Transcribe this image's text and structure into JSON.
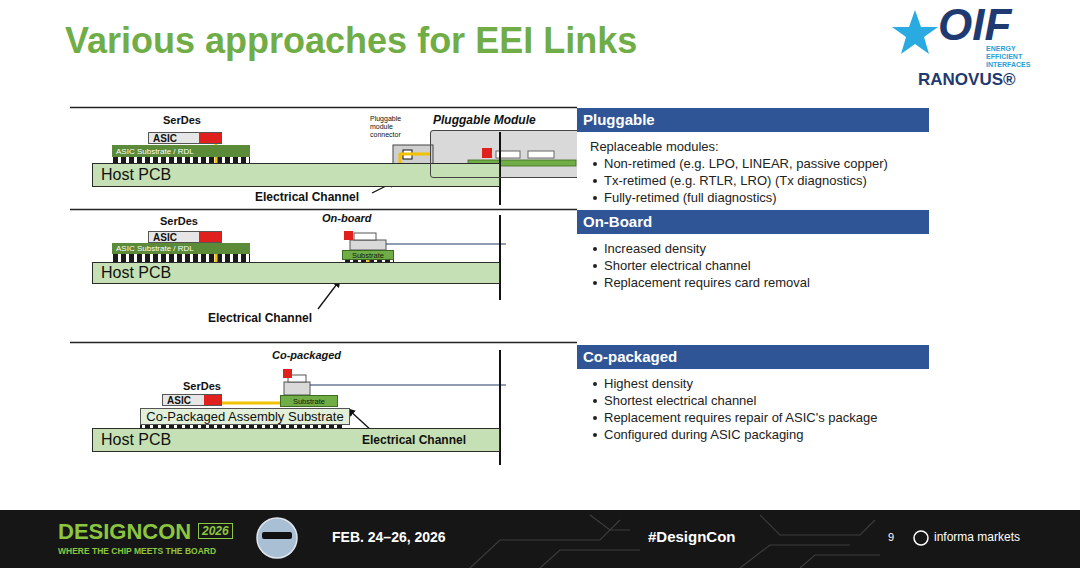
{
  "diagram": {
    "title": "Various approaches for EEI Links",
    "nodes": [
      {
        "text": [
          "ASIC"
        ]
      },
      {
        "text": [
          "ASIC Substrate / RDL"
        ]
      },
      {
        "text": [
          "Host PCB"
        ]
      },
      {
        "text": [
          "Pluggable Module"
        ]
      },
      {
        "text": [
          "Pluggable",
          "Replaceable modules:",
          "Non-retimed (e.g. LPO, LINEAR, passive copper)",
          "Tx-retimed (e.g. RTLR, LRO) (Tx diagnostics)",
          "Fully-retimed (full diagnostics)"
        ]
      },
      {
        "text": [
          "ASIC"
        ]
      },
      {
        "text": [
          "ASIC Substrate / RDL"
        ]
      },
      {
        "text": [
          "Host PCB"
        ]
      },
      {
        "text": [
          "Substrate"
        ]
      },
      {
        "text": [
          "On-Board",
          "Increased density",
          "Shorter electrical channel",
          "Replacement requires card removal"
        ]
      },
      {
        "text": [
          "ASIC"
        ]
      },
      {
        "text": [
          "Substrate"
        ]
      },
      {
        "text": [
          "Co-Packaged Assembly Substrate"
        ]
      },
      {
        "text": [
          "Host PCB"
        ]
      },
      {
        "text": [
          "Co-packaged",
          "Highest density",
          "Shortest electrical channel",
          "Replacement requires repair of ASIC's package",
          "Configured during ASIC packaging"
        ]
      }
    ],
    "edges": [
      {
        "from": 0,
        "to": 3,
        "arrow": "none"
      },
      {
        "from": 5,
        "to": 8,
        "arrow": "none"
      },
      {
        "from": 10,
        "to": 11,
        "arrow": "none"
      }
    ],
    "labels": [
      "OIF",
      "ENERGY EFFICIENT INTERFACES",
      "RANOVUS®",
      "SerDes",
      "Pluggable module connector",
      "Electrical Channel",
      "SerDes",
      "On-board",
      "Electrical Channel",
      "Co-packaged",
      "SerDes",
      "Electrical Channel",
      "DESIGNCON",
      "2026",
      "WHERE THE CHIP MEETS THE BOARD",
      "FEB. 24–26, 2026",
      "#DesignCon",
      "9",
      "informa markets"
    ]
  }
}
